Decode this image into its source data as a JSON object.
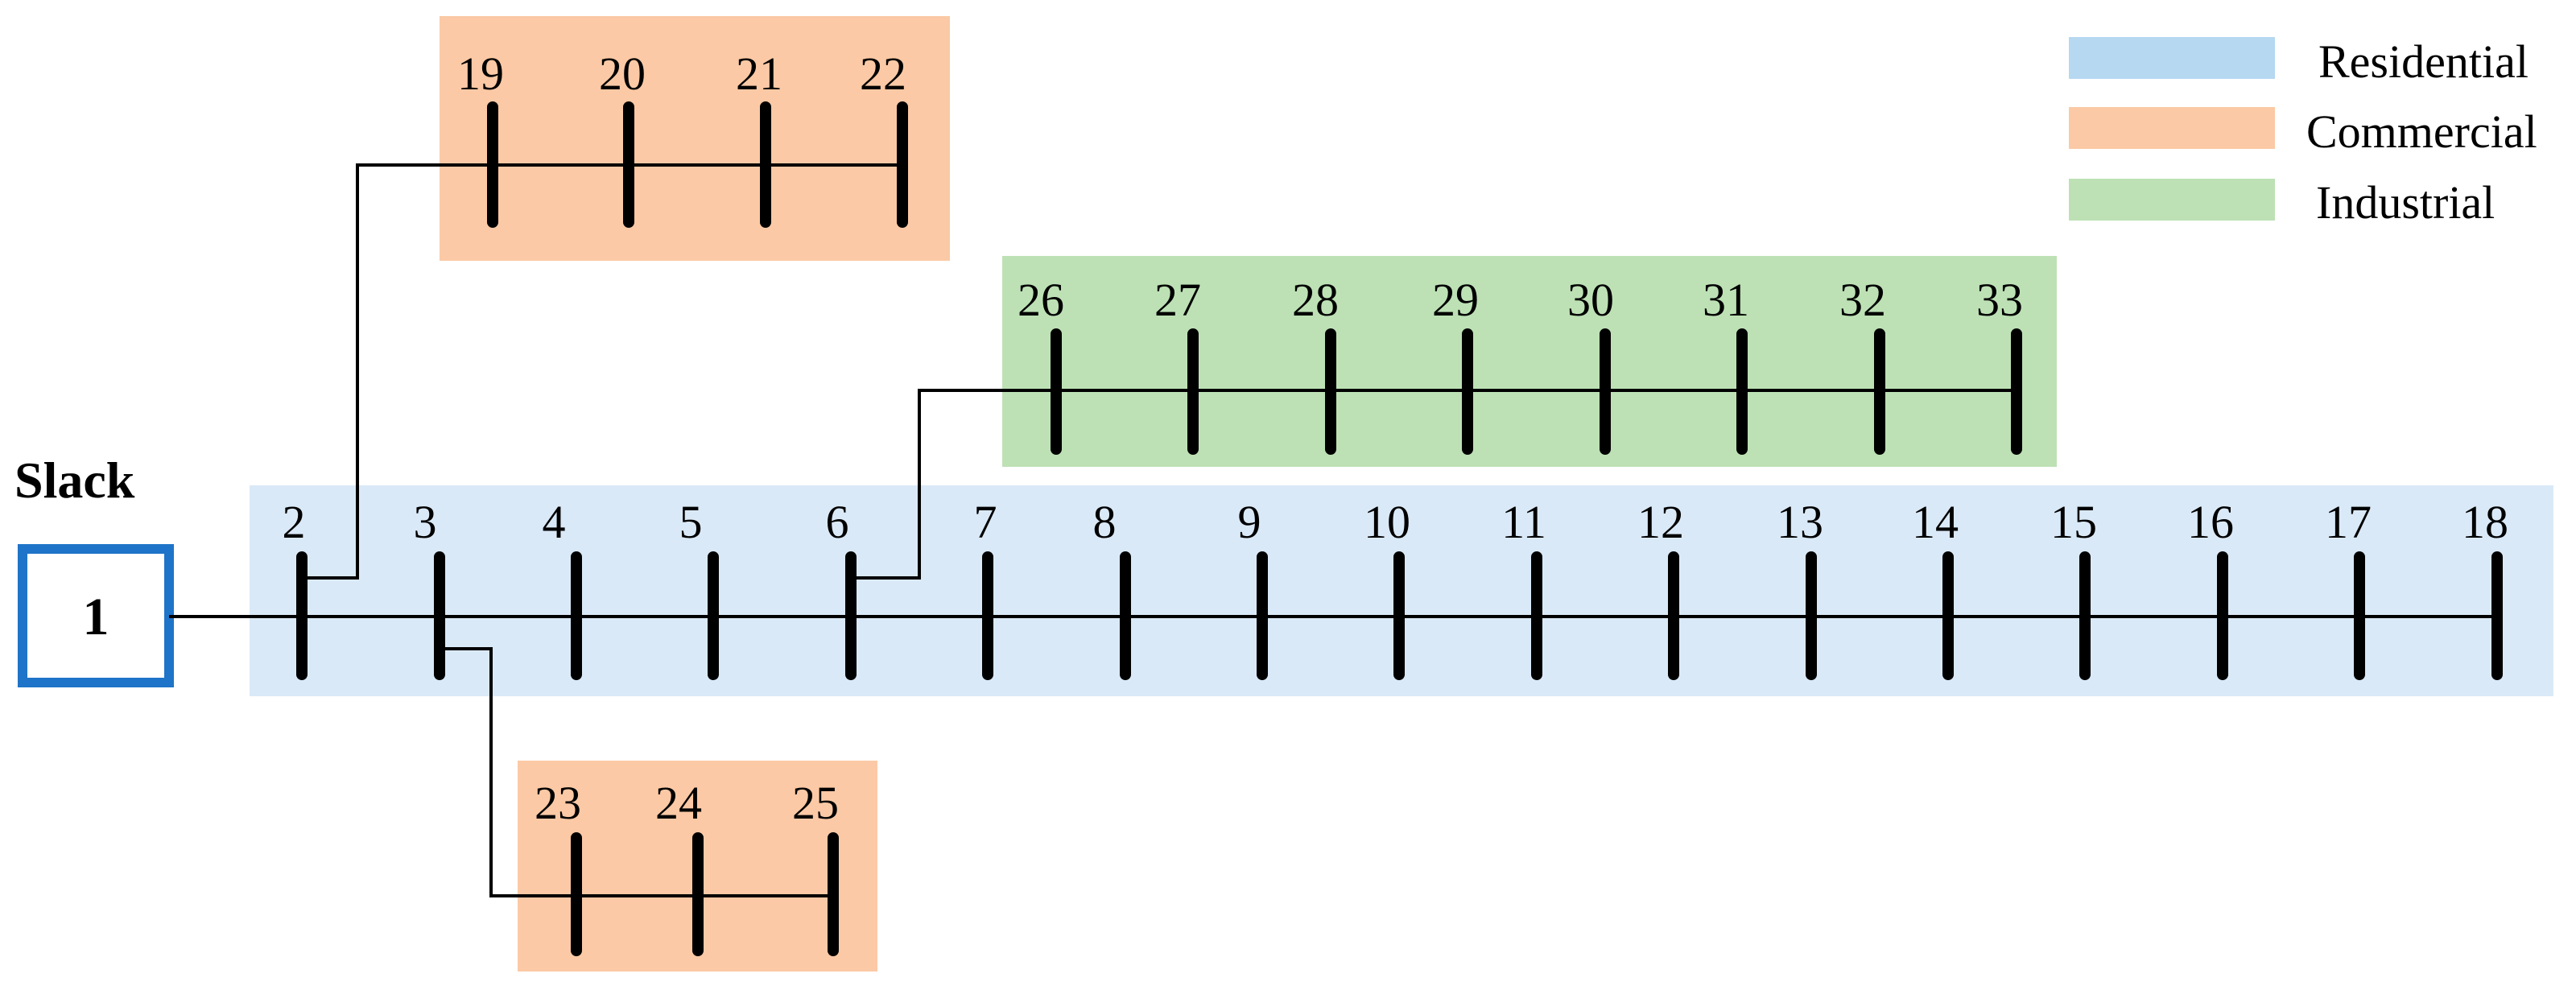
{
  "colors": {
    "residential": "#dae9f7",
    "commercial": "#fbc9a5",
    "industrial": "#bde1b5",
    "slack_border": "#1e74c8",
    "line": "#000000",
    "legend_residential": "#b6d8f1",
    "legend_commercial": "#fbc9a5",
    "legend_industrial": "#bde1b5"
  },
  "legend": {
    "residential": "Residential",
    "commercial": "Commercial",
    "industrial": "Industrial"
  },
  "slack": {
    "label": "Slack",
    "bus": "1"
  },
  "main_feeder": [
    "2",
    "3",
    "4",
    "5",
    "6",
    "7",
    "8",
    "9",
    "10",
    "11",
    "12",
    "13",
    "14",
    "15",
    "16",
    "17",
    "18"
  ],
  "lateral_commercial_top": [
    "19",
    "20",
    "21",
    "22"
  ],
  "lateral_industrial": [
    "26",
    "27",
    "28",
    "29",
    "30",
    "31",
    "32",
    "33"
  ],
  "lateral_commercial_bottom": [
    "23",
    "24",
    "25"
  ]
}
